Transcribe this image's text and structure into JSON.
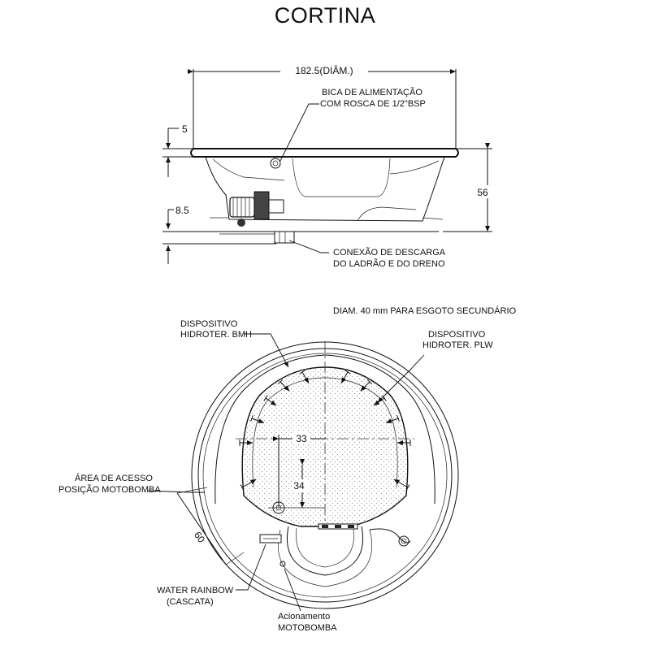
{
  "title": "CORTINA",
  "side_view": {
    "diameter_label": "182.5(DIÂM.)",
    "height_label": "56",
    "rim_label": "5",
    "base_label": "8.5",
    "spout_label_line1": "BICA DE ALIMENTAÇÃO",
    "spout_label_line2": "COM ROSCA DE 1/2\"BSP",
    "drain_label_line1": "CONEXÃO DE DESCARGA",
    "drain_label_line2": "DO LADRÃO E DO DRENO"
  },
  "top_view": {
    "secondary_drain_label": "DIAM. 40 mm PARA ESGOTO SECUNDÁRIO",
    "bmh_label_line1": "DISPOSITIVO",
    "bmh_label_line2": "HIDROTER.  BMH",
    "plw_label_line1": "DISPOSITIVO",
    "plw_label_line2": "HIDROTER.  PLW",
    "access_label_line1": "ÁREA DE ACESSO",
    "access_label_line2": "POSIÇÃO MOTOBOMBA",
    "access_dim_label": "60",
    "rainbow_label_line1": "WATER RAINBOW",
    "rainbow_label_line2": "(CASCATA)",
    "pump_label_line1": "Acionamento",
    "pump_label_line2": "MOTOBOMBA",
    "dim_x_label": "33",
    "dim_y_label": "34"
  }
}
